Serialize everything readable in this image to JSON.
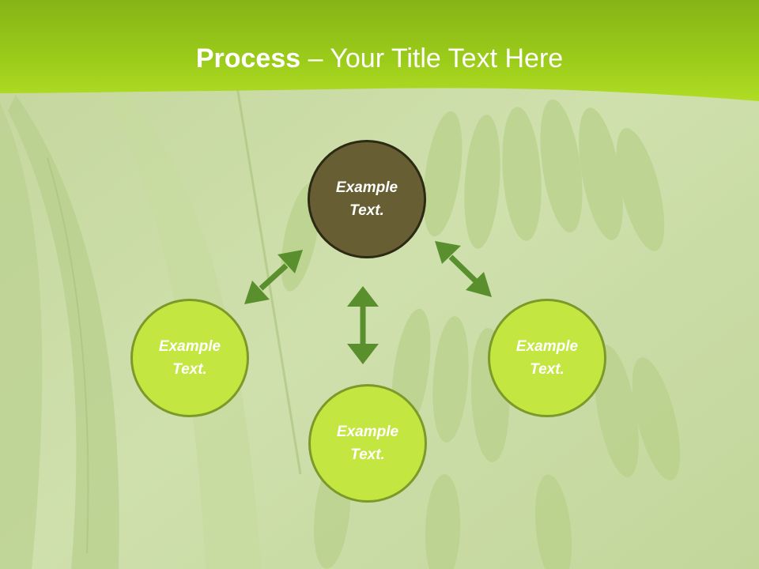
{
  "title": {
    "bold": "Process",
    "rest": " – Your Title Text Here"
  },
  "colors": {
    "header_green": "#9ccc1a",
    "center_node": "#675f33",
    "outer_node": "#c3e640",
    "arrow": "#5a8f2e"
  },
  "diagram": {
    "center": {
      "line1": "Example",
      "line2": "Text."
    },
    "left": {
      "line1": "Example",
      "line2": "Text."
    },
    "bottom": {
      "line1": "Example",
      "line2": "Text."
    },
    "right": {
      "line1": "Example",
      "line2": "Text."
    }
  }
}
